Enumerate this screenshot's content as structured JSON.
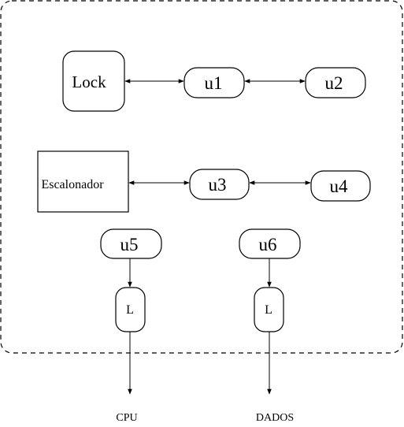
{
  "nodes": {
    "lock": "Lock",
    "u1": "u1",
    "u2": "u2",
    "escalonador": "Escalonador",
    "u3": "u3",
    "u4": "u4",
    "u5": "u5",
    "u6": "u6",
    "l_left": "L",
    "l_right": "L"
  },
  "outputs": {
    "cpu": "CPU",
    "dados": "DADOS"
  }
}
